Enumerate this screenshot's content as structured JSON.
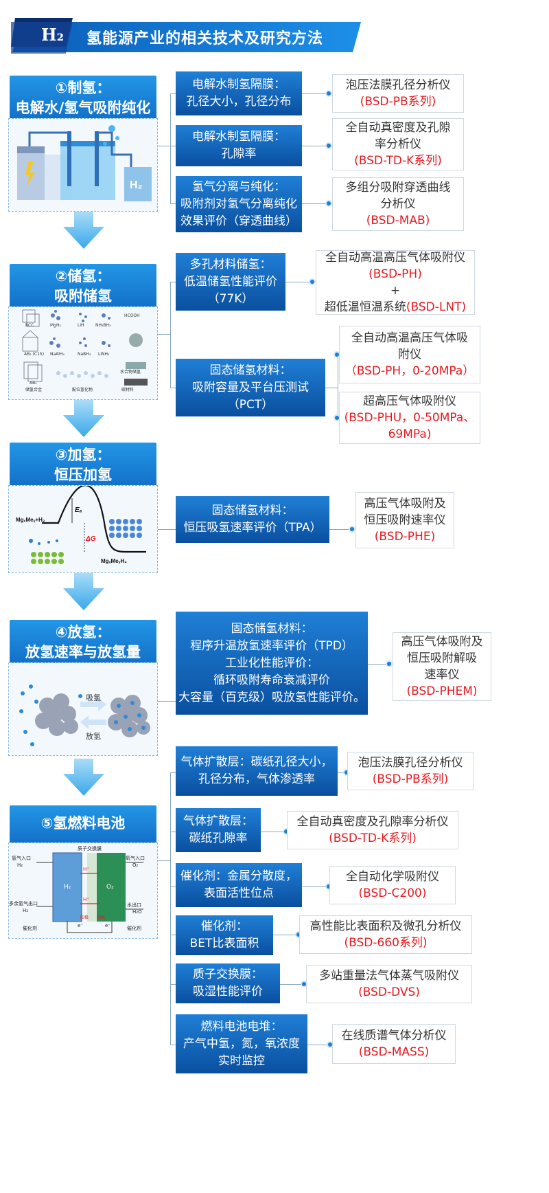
{
  "header": {
    "badge": "H₂",
    "title": "氢能源产业的相关技术及研究方法"
  },
  "stages": [
    {
      "line1": "①制氢：",
      "line2": "电解水/氢气吸附纯化",
      "img_label": "H₂"
    },
    {
      "line1": "②储氢：",
      "line2": "吸附储氢",
      "img_labels": [
        "BCC",
        "MgH₂",
        "LiH",
        "NH₃BH₃",
        "HCOOH",
        "AB₂ (C15)",
        "NaAlH₄",
        "NaBH₄",
        "LiNH₂",
        "AB₅",
        "储氢合金",
        "配位氢化物",
        "水合物储氢",
        "碳材料"
      ]
    },
    {
      "line1": "③加氢：",
      "line2": "恒压加氢",
      "img_labels": [
        "MgₓMeᵧ+H₂",
        "Eₐ",
        "ΔG",
        "MgₓMeᵧH₂"
      ]
    },
    {
      "line1": "④放氢：",
      "line2": "放氢速率与放氢量",
      "img_labels": [
        "吸氢",
        "放氢"
      ]
    },
    {
      "line1": "⑤氢燃料电池",
      "line2": "",
      "img_labels": [
        "质子交换膜",
        "氢气入口",
        "H₂",
        "氧气入口",
        "O₂",
        "H₂",
        "O₂",
        "H⁺",
        "H⁺",
        "多余氢气出口",
        "H₂",
        "水出口",
        "H₂O",
        "催化剂",
        "催化剂",
        "阳极",
        "阴极",
        "e⁻",
        "e⁻"
      ]
    }
  ],
  "rows": [
    {
      "topic": [
        "电解水制氢隔膜：",
        "孔径大小，孔径分布"
      ],
      "instr": [
        "泡压法膜孔径分析仪"
      ],
      "code": [
        "(BSD-PB系列)"
      ]
    },
    {
      "topic": [
        "电解水制氢隔膜：",
        "孔隙率"
      ],
      "instr": [
        "全自动真密度及孔隙",
        "率分析仪"
      ],
      "code": [
        "(BSD-TD-K系列)"
      ]
    },
    {
      "topic": [
        "氢气分离与纯化：",
        "吸附剂对氢气分离纯化",
        "效果评价（穿透曲线）"
      ],
      "instr": [
        "多组分吸附穿透曲线",
        "分析仪"
      ],
      "code": [
        "(BSD-MAB)"
      ]
    },
    {
      "topic": [
        "多孔材料储氢：",
        "低温储氢性能评价",
        "（77K）"
      ],
      "instr": [
        "全自动高温高压气体吸附仪"
      ],
      "code": [
        "(BSD-PH)",
        "+"
      ],
      "instr2": "超低温恒温系统",
      "code2": "(BSD-LNT)"
    },
    {
      "topic": [
        "固态储氢材料：",
        "吸附容量及平台压测试",
        "（PCT）"
      ],
      "instr": [
        "全自动高温高压气体吸",
        "附仪"
      ],
      "code": [
        "（BSD-PH，0-20MPa）"
      ]
    },
    {
      "instr": [
        "超高压气体吸附仪"
      ],
      "code": [
        "(BSD-PHU，0-50MPa、",
        "69MPa)"
      ]
    },
    {
      "topic": [
        "固态储氢材料：",
        "恒压吸氢速率评价（TPA）"
      ],
      "instr": [
        "高压气体吸附及",
        "恒压吸附速率仪"
      ],
      "code": [
        "(BSD-PHE)"
      ]
    },
    {
      "topic": [
        "固态储氢材料：",
        "程序升温放氢速率评价（TPD）",
        "工业化性能评价：",
        "循环吸附寿命衰减评价",
        "大容量（百克级）吸放氢性能评价。"
      ],
      "instr": [
        "高压气体吸附及",
        "恒压吸附解吸",
        "速率仪"
      ],
      "code": [
        "(BSD-PHEM)"
      ]
    },
    {
      "topic": [
        "气体扩散层：碳纸孔径大小，",
        "孔径分布，气体渗透率"
      ],
      "instr": [
        "泡压法膜孔径分析仪"
      ],
      "code": [
        "(BSD-PB系列)"
      ]
    },
    {
      "topic": [
        "气体扩散层：",
        "碳纸孔隙率"
      ],
      "instr": [
        "全自动真密度及孔隙率分析仪"
      ],
      "code": [
        "(BSD-TD-K系列)"
      ]
    },
    {
      "topic": [
        "催化剂：金属分散度，",
        "表面活性位点"
      ],
      "instr": [
        "全自动化学吸附仪"
      ],
      "code": [
        "(BSD-C200)"
      ]
    },
    {
      "topic": [
        "催化剂：",
        "BET比表面积"
      ],
      "instr": [
        "高性能比表面积及微孔分析仪"
      ],
      "code": [
        "(BSD-660系列)"
      ]
    },
    {
      "topic": [
        "质子交换膜：",
        "吸湿性能评价"
      ],
      "instr": [
        "多站重量法气体蒸气吸附仪"
      ],
      "code": [
        "(BSD-DVS)"
      ]
    },
    {
      "topic": [
        "燃料电池电堆：",
        "产气中氢，氮，氧浓度",
        "实时监控"
      ],
      "instr": [
        "在线质谱气体分析仪"
      ],
      "code": [
        "(BSD-MASS)"
      ]
    }
  ],
  "colors": {
    "accent": "#1270c8",
    "dark": "#0a4f9f",
    "red": "#e8191f",
    "arrow": "#4fb3ec"
  }
}
